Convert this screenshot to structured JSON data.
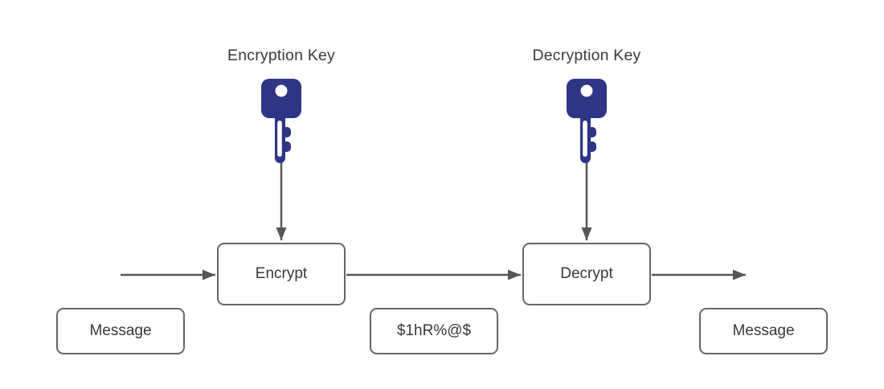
{
  "diagram": {
    "labels": {
      "encryption_key": "Encryption Key",
      "decryption_key": "Decryption Key"
    },
    "process_nodes": {
      "encrypt": "Encrypt",
      "decrypt": "Decrypt"
    },
    "data_nodes": {
      "message_input": "Message",
      "ciphertext": "$1hR%@$",
      "message_output": "Message"
    },
    "icons": {
      "encryption_key": "key-icon",
      "decryption_key": "key-icon"
    },
    "colors": {
      "key_fill": "#2e3585",
      "shape_stroke": "#666666",
      "connector": "#575757",
      "text": "#383838",
      "background": "#ffffff"
    }
  }
}
